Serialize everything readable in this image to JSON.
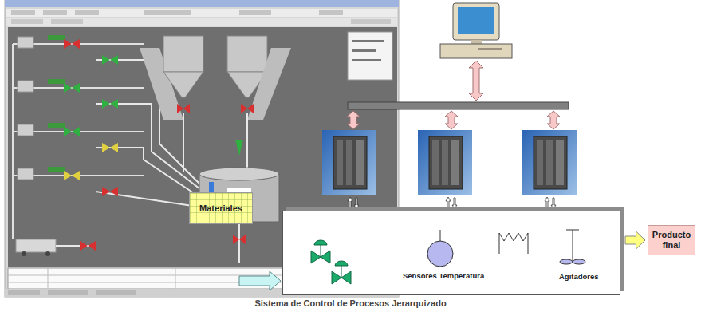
{
  "diagram": {
    "caption": "Sistema de Control de Procesos Jerarquizado",
    "nodes": [
      {
        "text": [
          "Materiales"
        ]
      },
      {
        "text": [
          "Sensores Temperatura",
          "Agitadores"
        ]
      },
      {
        "text": [
          "Producto final"
        ]
      }
    ],
    "edges": [
      {
        "from": 1,
        "to": 2,
        "arrow": "to"
      }
    ]
  }
}
